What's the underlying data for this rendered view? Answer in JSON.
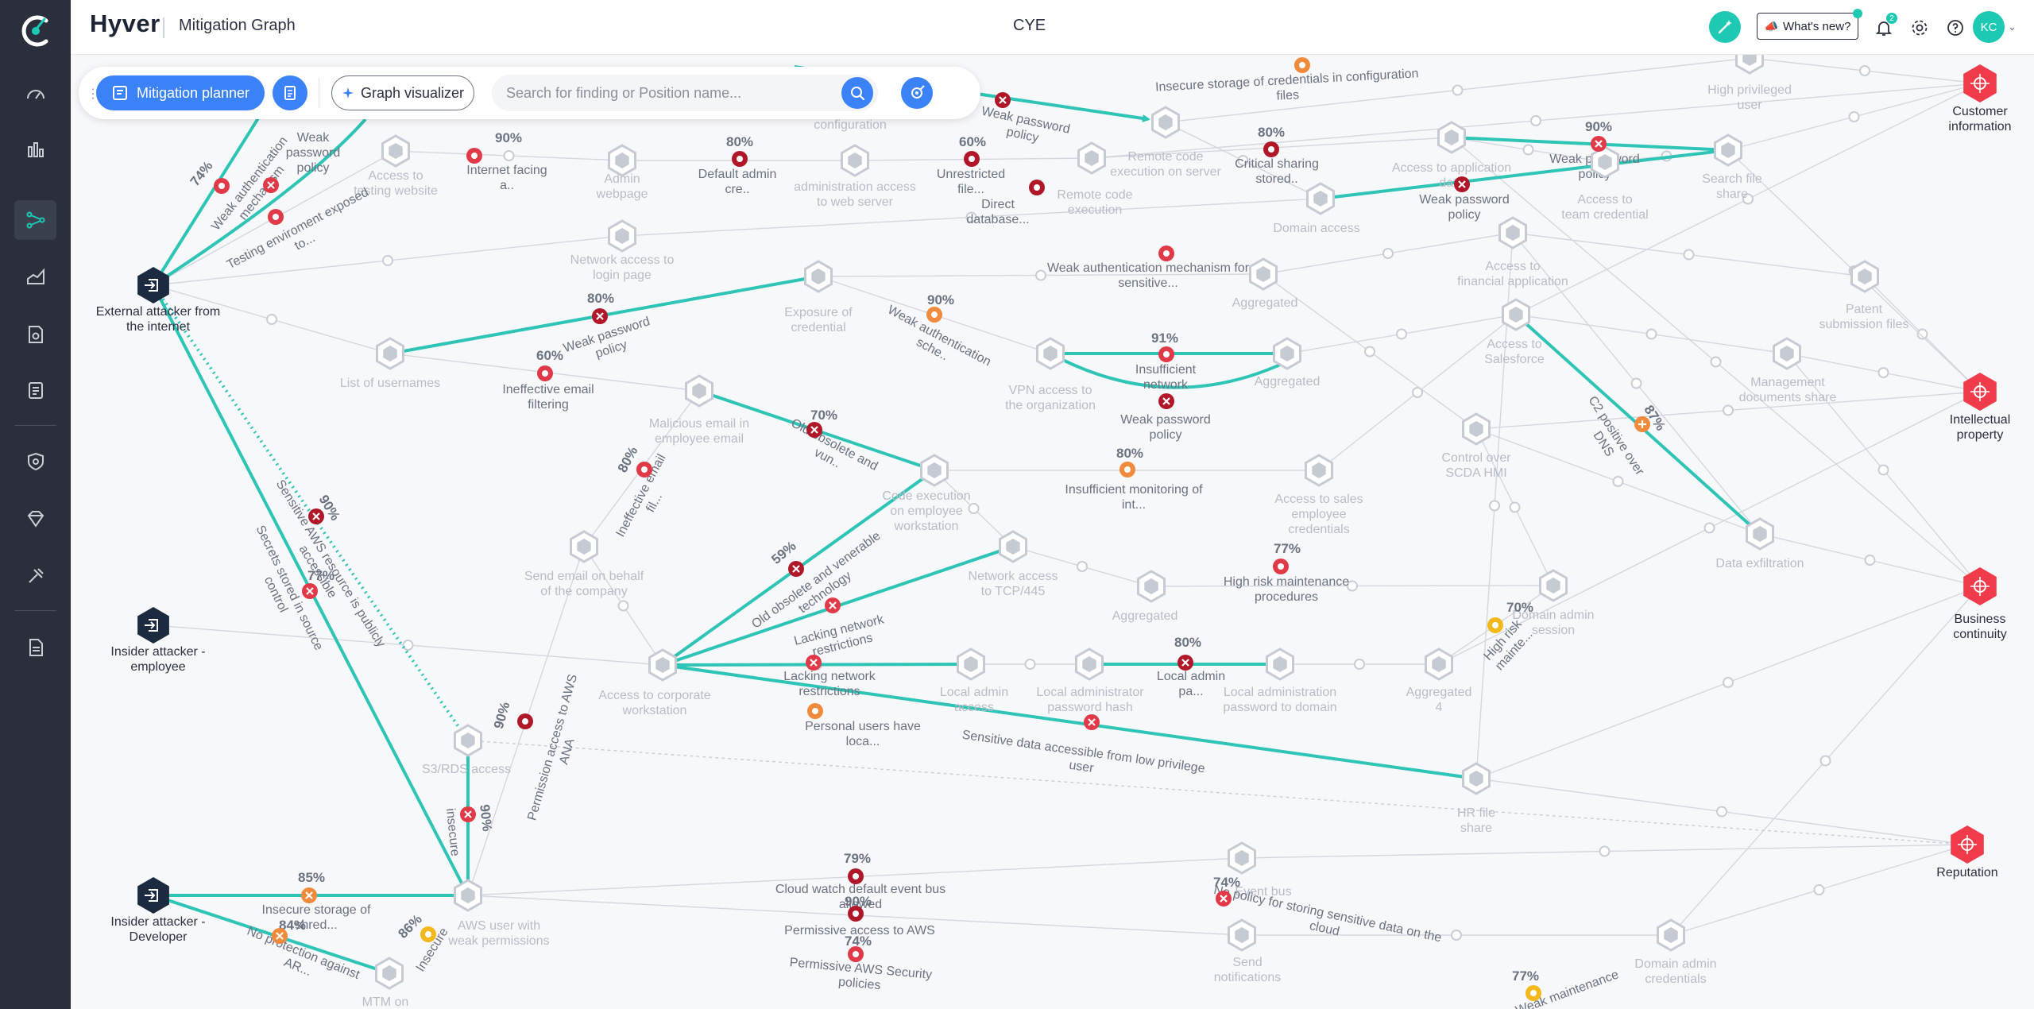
{
  "app": {
    "brand": "Hyver",
    "breadcrumb": "Mitigation Graph",
    "organization": "CYE"
  },
  "header": {
    "whats_new": "What's new?",
    "notification_count": "2",
    "avatar_initials": "KC"
  },
  "toolbar": {
    "planner_label": "Mitigation planner",
    "visualizer_label": "Graph visualizer",
    "search_placeholder": "Search for finding or Position name..."
  },
  "sidebar": {
    "items": [
      {
        "icon": "speedometer-icon"
      },
      {
        "icon": "bar-chart-icon"
      },
      {
        "icon": "graph-icon",
        "active": true
      },
      {
        "icon": "area-chart-icon"
      },
      {
        "icon": "document-search-icon"
      },
      {
        "icon": "clipboard-icon"
      },
      {
        "icon": "shield-icon"
      },
      {
        "icon": "diamond-icon"
      },
      {
        "icon": "tools-icon"
      },
      {
        "icon": "report-icon"
      }
    ]
  },
  "colors": {
    "teal": "#2ec4b6",
    "node_grey": "#c6cad2",
    "attacker": "#1c2a40",
    "asset": "#ef3b4a",
    "finding_red": "#e03a48",
    "finding_orange": "#f08a3c",
    "finding_yellow": "#f2b81c",
    "finding_dark": "#b0182a"
  },
  "attackers": [
    {
      "id": "a1",
      "label": [
        "External attacker from",
        "the internet"
      ]
    },
    {
      "id": "a2",
      "label": [
        "Insider attacker -",
        "employee"
      ]
    },
    {
      "id": "a3",
      "label": [
        "Insider attacker -",
        "Developer"
      ]
    }
  ],
  "assets": [
    {
      "id": "t1",
      "label": [
        "Customer",
        "information"
      ]
    },
    {
      "id": "t2",
      "label": [
        "Intellectual",
        "property"
      ]
    },
    {
      "id": "t3",
      "label": [
        "Business",
        "continuity"
      ]
    },
    {
      "id": "t4",
      "label": [
        "Reputation"
      ]
    }
  ],
  "nodes": [
    {
      "id": "n01",
      "label": [
        "Access to",
        "testing website"
      ]
    },
    {
      "id": "n02",
      "label": [
        "Admin",
        "webpage"
      ]
    },
    {
      "id": "n03",
      "label": [
        "administration access",
        "to web server"
      ]
    },
    {
      "id": "n04",
      "label": [
        "Remote code",
        "execution"
      ]
    },
    {
      "id": "n05",
      "label": [
        "Remote code",
        "execution on server"
      ]
    },
    {
      "id": "n06",
      "label": [
        "High privileged",
        "user"
      ]
    },
    {
      "id": "n07",
      "label": [
        "Network access to",
        "login page"
      ]
    },
    {
      "id": "n08",
      "label": [
        "Domain access"
      ]
    },
    {
      "id": "n09",
      "label": [
        "Access to application",
        "data"
      ]
    },
    {
      "id": "n10",
      "label": [
        "Access to",
        "team credential"
      ]
    },
    {
      "id": "n11",
      "label": [
        "Search file",
        "share"
      ]
    },
    {
      "id": "n12",
      "label": [
        "Exposure of",
        "credential"
      ]
    },
    {
      "id": "n13",
      "label": [
        "Aggregated"
      ]
    },
    {
      "id": "n14",
      "label": [
        "Access to",
        "financial application"
      ]
    },
    {
      "id": "n15",
      "label": [
        "Patent",
        "submission files"
      ]
    },
    {
      "id": "n16",
      "label": [
        "List of usernames"
      ]
    },
    {
      "id": "n17",
      "label": [
        "VPN access to",
        "the organization"
      ]
    },
    {
      "id": "n18",
      "label": [
        "Aggregated"
      ]
    },
    {
      "id": "n19",
      "label": [
        "Access to",
        "Salesforce"
      ]
    },
    {
      "id": "n20",
      "label": [
        "Management",
        "documents share"
      ]
    },
    {
      "id": "n21",
      "label": [
        "Malicious email in",
        "employee email"
      ]
    },
    {
      "id": "n22",
      "label": [
        "Code execution",
        "on employee",
        "workstation"
      ]
    },
    {
      "id": "n23",
      "label": [
        "Access to sales",
        "employee",
        "credentials"
      ]
    },
    {
      "id": "n24",
      "label": [
        "Control over",
        "SCDA HMI"
      ]
    },
    {
      "id": "n25",
      "label": [
        "Data exfiltration"
      ]
    },
    {
      "id": "n26",
      "label": [
        "Send email on behalf",
        "of the company"
      ]
    },
    {
      "id": "n27",
      "label": [
        "Network access",
        "to TCP/445"
      ]
    },
    {
      "id": "n28",
      "label": [
        "Aggregated"
      ]
    },
    {
      "id": "n29",
      "label": [
        "Domain admin",
        "session"
      ]
    },
    {
      "id": "n30",
      "label": [
        "Access to corporate",
        "workstation"
      ]
    },
    {
      "id": "n31",
      "label": [
        "Local admin",
        "access"
      ]
    },
    {
      "id": "n32",
      "label": [
        "Local administrator",
        "password hash"
      ]
    },
    {
      "id": "n33",
      "label": [
        "Local administration",
        "password to domain"
      ]
    },
    {
      "id": "n34",
      "label": [
        "Aggregated",
        "4"
      ]
    },
    {
      "id": "n35",
      "label": [
        "S3/RDS access"
      ]
    },
    {
      "id": "n36",
      "label": [
        "HR file",
        "share"
      ]
    },
    {
      "id": "n37",
      "label": [
        "AWS user with",
        "weak permissions"
      ]
    },
    {
      "id": "n38",
      "label": [
        "Event bus"
      ]
    },
    {
      "id": "n39",
      "label": [
        "Send",
        "notifications"
      ]
    },
    {
      "id": "n40",
      "label": [
        "Domain admin",
        "credentials"
      ]
    },
    {
      "id": "n41",
      "label": [
        "MTM on"
      ]
    },
    {
      "id": "n42",
      "label": [
        "configuration"
      ]
    }
  ],
  "findings": [
    {
      "label": [
        "Weak password",
        "policy"
      ],
      "pct": "",
      "type": "x-dark"
    },
    {
      "label": [
        "Insecure storage of credentials in configuration",
        "files"
      ],
      "pct": "",
      "type": "orange"
    },
    {
      "label": [
        "Weak authentication",
        "mechanism"
      ],
      "pct": "74%",
      "type": "red"
    },
    {
      "label": [
        "Weak",
        "password",
        "policy"
      ],
      "pct": "",
      "type": "x-red"
    },
    {
      "label": [
        "Testing enviroment exposed",
        "to..."
      ],
      "pct": "",
      "type": "red"
    },
    {
      "label": [
        "Internet facing",
        "a.."
      ],
      "pct": "90%",
      "type": "red"
    },
    {
      "label": [
        "Default admin",
        "cre.."
      ],
      "pct": "80%",
      "type": "dark"
    },
    {
      "label": [
        "Unrestricted",
        "file..."
      ],
      "pct": "60%",
      "type": "dark"
    },
    {
      "label": [
        "Direct",
        "database..."
      ],
      "pct": "",
      "type": "dark"
    },
    {
      "label": [
        "Critical sharing",
        "stored.."
      ],
      "pct": "80%",
      "type": "dark"
    },
    {
      "label": [
        "Weak password",
        "policy"
      ],
      "pct": "90%",
      "type": "x-red"
    },
    {
      "label": [
        "Weak password",
        "policy"
      ],
      "pct": "",
      "type": "x-dark"
    },
    {
      "label": [
        "Weak password",
        "policy"
      ],
      "pct": "80%",
      "type": "x-dark"
    },
    {
      "label": [
        "Weak authentication",
        "sche.."
      ],
      "pct": "90%",
      "type": "orange"
    },
    {
      "label": [
        "Weak authentication mechanism for",
        "sensitive..."
      ],
      "pct": "",
      "type": "red"
    },
    {
      "label": [
        "Ineffective email",
        "filtering"
      ],
      "pct": "60%",
      "type": "red"
    },
    {
      "label": [
        "Insufficient",
        "network"
      ],
      "pct": "91%",
      "type": "red"
    },
    {
      "label": [
        "Weak password",
        "policy"
      ],
      "pct": "",
      "type": "x-dark"
    },
    {
      "label": [
        "C2 positive over",
        "DNS"
      ],
      "pct": "87%",
      "type": "orange-plus"
    },
    {
      "label": [
        "Ineffective email",
        "fil..."
      ],
      "pct": "80%",
      "type": "red"
    },
    {
      "label": [
        "Old obsolete and",
        "vun.."
      ],
      "pct": "70%",
      "type": "x-dark"
    },
    {
      "label": [
        "Insufficient monitoring of",
        "int..."
      ],
      "pct": "80%",
      "type": "orange"
    },
    {
      "label": [
        "Sensitive AWS resource is publicly",
        "accessible"
      ],
      "pct": "90%",
      "type": "x-dark"
    },
    {
      "label": [
        "Secrets stored in source",
        "control"
      ],
      "pct": "77%",
      "type": "x-red"
    },
    {
      "label": [
        "Old obsolete and venerable",
        "technology"
      ],
      "pct": "59%",
      "type": "x-dark"
    },
    {
      "label": [
        "Lacking network",
        "restrictions"
      ],
      "pct": "",
      "type": "x-red"
    },
    {
      "label": [
        "High risk maintenance",
        "procedures"
      ],
      "pct": "77%",
      "type": "red"
    },
    {
      "label": [
        "High risk",
        "mainte..."
      ],
      "pct": "70%",
      "type": "yellow"
    },
    {
      "label": [
        "Lacking network",
        "restrictions"
      ],
      "pct": "",
      "type": "x-red"
    },
    {
      "label": [
        "Local admin",
        "pa..."
      ],
      "pct": "80%",
      "type": "x-dark"
    },
    {
      "label": [
        "Personal users have",
        "loca..."
      ],
      "pct": "",
      "type": "orange"
    },
    {
      "label": [
        "Sensitive data accessible from low privilege",
        "user"
      ],
      "pct": "",
      "type": "x-red"
    },
    {
      "label": [
        "Permission access to AWS",
        "ANA"
      ],
      "pct": "90%",
      "type": "dark"
    },
    {
      "label": [
        "insecure",
        ""
      ],
      "pct": "90%",
      "type": "x-red"
    },
    {
      "label": [
        "Insecure storage of",
        "shred..."
      ],
      "pct": "85%",
      "type": "x-orange"
    },
    {
      "label": [
        "No protection against",
        "AR..."
      ],
      "pct": "84%",
      "type": "x-orange"
    },
    {
      "label": [
        "Insecure",
        ""
      ],
      "pct": "86%",
      "type": "yellow"
    },
    {
      "label": [
        "Cloud watch default event bus",
        "allowed"
      ],
      "pct": "79%",
      "type": "dark"
    },
    {
      "label": [
        "Permissive access to AWS",
        ""
      ],
      "pct": "90%",
      "type": "dark"
    },
    {
      "label": [
        "Permissive AWS Security",
        "policies"
      ],
      "pct": "74%",
      "type": "red"
    },
    {
      "label": [
        "No policy for storing sensitive data on the",
        "cloud"
      ],
      "pct": "74%",
      "type": "x-red"
    },
    {
      "label": [
        "Weak maintenance",
        ""
      ],
      "pct": "77%",
      "type": "yellow"
    }
  ]
}
